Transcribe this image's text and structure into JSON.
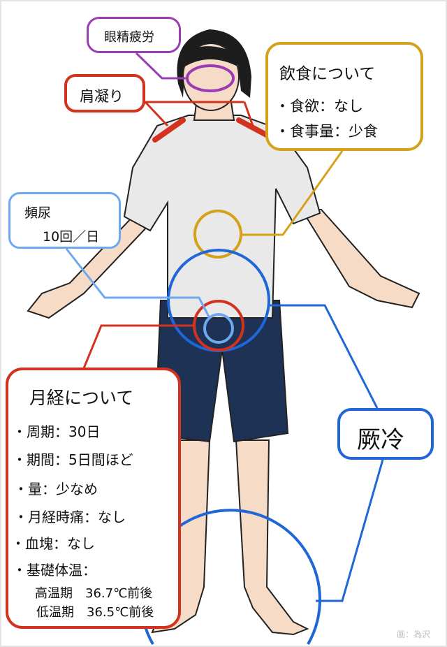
{
  "labels": {
    "eye_strain": "眼精疲労",
    "stiff_shoulders": "肩凝り",
    "diet": {
      "title": "飲食について",
      "items": [
        "・食欲：なし",
        "・食事量：少食"
      ]
    },
    "urination": {
      "title": "頻尿",
      "value": "10回／日"
    },
    "cold_limbs": "厥冷",
    "menstruation": {
      "title": "月経について",
      "items": [
        "・周期：30日",
        "・期間：5日間ほど",
        "・量：少なめ",
        "・月経時痛：なし",
        "・血塊：なし",
        "・基礎体温："
      ],
      "high_phase": "高温期　36.7℃前後",
      "low_phase": "低温期　36.5℃前後"
    }
  },
  "credit": "画：為沢",
  "colors": {
    "eye": "#9a3db4",
    "red": "#d2321e",
    "gold": "#d4a21a",
    "light_blue": "#6ea9ef",
    "blue": "#1f66d6"
  }
}
